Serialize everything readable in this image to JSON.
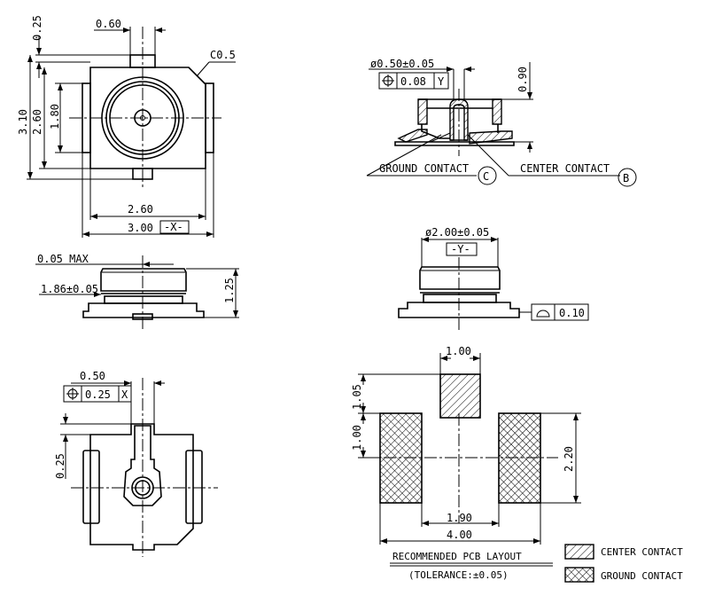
{
  "top_view": {
    "dim_025": "0.25",
    "dim_060": "0.60",
    "chamfer": "C0.5",
    "dim_310": "3.10",
    "dim_260v": "2.60",
    "dim_180": "1.80",
    "dim_260h": "2.60",
    "dim_300": "3.00",
    "datum_x": "-X-"
  },
  "side_view": {
    "max_label": "0.05  MAX",
    "dia_186": "1.86±0.05",
    "height_125": "1.25"
  },
  "bottom_view": {
    "dim_050": "0.50",
    "pos_tol": "0.25",
    "pos_ref": "X",
    "dim_025": "0.25"
  },
  "section_view": {
    "dia_050": "ø0.50±0.05",
    "pos_tol": "0.08",
    "pos_ref": "Y",
    "height_090": "0.90",
    "ground_label": "GROUND  CONTACT",
    "ground_ref": "C",
    "center_label": "CENTER  CONTACT",
    "center_ref": "B"
  },
  "front_view": {
    "dia_200": "ø2.00±0.05",
    "datum_y": "-Y-",
    "flatness": "0.10"
  },
  "pcb_layout": {
    "dim_100_top": "1.00",
    "dim_105": "1.05",
    "dim_100_left": "1.00",
    "dim_220": "2.20",
    "dim_190": "1.90",
    "dim_400": "4.00",
    "title": "RECOMMENDED  PCB  LAYOUT",
    "tolerance": "(TOLERANCE:±0.05)"
  },
  "legend": {
    "center": "CENTER  CONTACT",
    "ground": "GROUND  CONTACT"
  }
}
